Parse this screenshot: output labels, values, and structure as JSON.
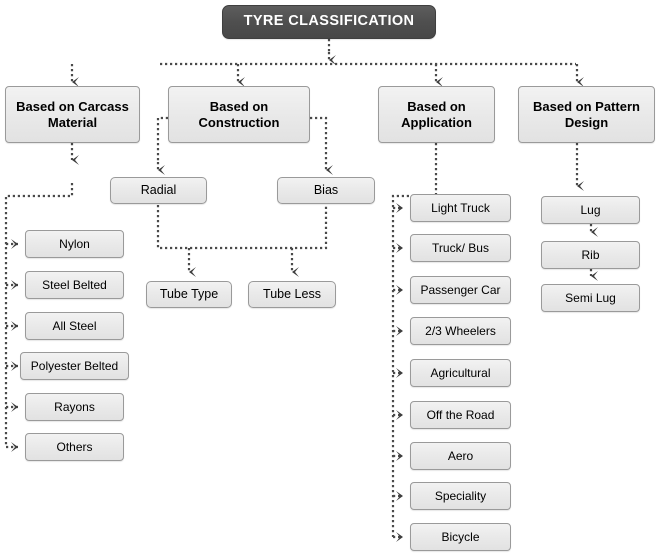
{
  "diagram": {
    "title": "TYRE CLASSIFICATION",
    "accent_dark": "#4f4f4f",
    "node_fill": "#ebebeb",
    "node_border": "#9a9a9a",
    "connector_color": "#4a4a4a"
  },
  "categories": [
    {
      "id": "carcass",
      "label": "Based on Carcass Material"
    },
    {
      "id": "construction",
      "label": "Based on Construction"
    },
    {
      "id": "application",
      "label": "Based on Application"
    },
    {
      "id": "pattern",
      "label": "Based on Pattern Design"
    }
  ],
  "construction_children": [
    {
      "label": "Radial"
    },
    {
      "label": "Bias"
    }
  ],
  "construction_grandchildren": [
    {
      "label": "Tube Type"
    },
    {
      "label": "Tube Less"
    }
  ],
  "carcass_children": [
    {
      "label": "Nylon"
    },
    {
      "label": "Steel Belted"
    },
    {
      "label": "All Steel"
    },
    {
      "label": "Polyester Belted"
    },
    {
      "label": "Rayons"
    },
    {
      "label": "Others"
    }
  ],
  "application_children": [
    {
      "label": "Light Truck"
    },
    {
      "label": "Truck/ Bus"
    },
    {
      "label": "Passenger Car"
    },
    {
      "label": "2/3 Wheelers"
    },
    {
      "label": "Agricultural"
    },
    {
      "label": "Off the Road"
    },
    {
      "label": "Aero"
    },
    {
      "label": "Speciality"
    },
    {
      "label": "Bicycle"
    }
  ],
  "pattern_children": [
    {
      "label": "Lug"
    },
    {
      "label": "Rib"
    },
    {
      "label": "Semi Lug"
    }
  ]
}
